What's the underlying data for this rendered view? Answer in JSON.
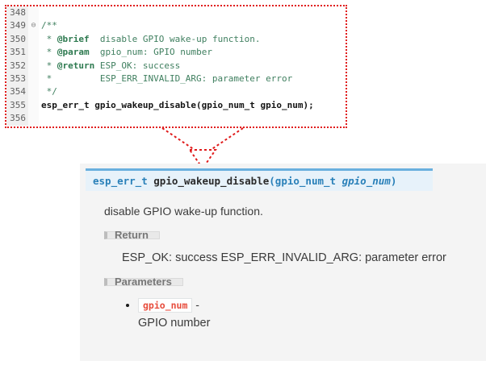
{
  "editor": {
    "lines": [
      {
        "num": "348",
        "fold": " ",
        "s1": "",
        "s2": "",
        "s3": ""
      },
      {
        "num": "349",
        "fold": "⊖",
        "s1": "/**",
        "s2": "",
        "s3": ""
      },
      {
        "num": "350",
        "fold": " ",
        "s1": " * ",
        "s2": "@brief",
        "s3": "  disable GPIO wake-up function."
      },
      {
        "num": "351",
        "fold": " ",
        "s1": " * ",
        "s2": "@param",
        "s3": "  gpio_num: GPIO number"
      },
      {
        "num": "352",
        "fold": " ",
        "s1": " * ",
        "s2": "@return",
        "s3": " ESP_OK: success"
      },
      {
        "num": "353",
        "fold": " ",
        "s1": " *         ESP_ERR_INVALID_ARG: parameter error",
        "s2": "",
        "s3": ""
      },
      {
        "num": "354",
        "fold": " ",
        "s1": " */",
        "s2": "",
        "s3": ""
      },
      {
        "num": "355",
        "fold": " ",
        "s1": "esp_err_t gpio_wakeup_disable(gpio_num_t gpio_num);",
        "s2": "",
        "s3": ""
      },
      {
        "num": "356",
        "fold": " ",
        "s1": "",
        "s2": "",
        "s3": ""
      }
    ]
  },
  "doc": {
    "signature": {
      "return_type": "esp_err_t ",
      "name": "gpio_wakeup_disable",
      "args_open": "(",
      "param_type": "gpio_num_t ",
      "param_name": "gpio_num",
      "args_close": ")"
    },
    "description": "disable GPIO wake-up function.",
    "return_section": {
      "label": "Return",
      "text": "ESP_OK: success ESP_ERR_INVALID_ARG: parameter error"
    },
    "params_section": {
      "label": "Parameters",
      "items": [
        {
          "name": "gpio_num",
          "sep": " -",
          "desc": "GPIO number"
        }
      ]
    }
  },
  "colors": {
    "annotation_red": "#e01b1b",
    "comment_green": "#3f7f5f",
    "signature_bg": "#e7f2fa",
    "signature_border": "#6ab0de",
    "link_blue": "#2980b9",
    "code_literal_red": "#e74c3c",
    "panel_bg": "#f4f4f4"
  }
}
